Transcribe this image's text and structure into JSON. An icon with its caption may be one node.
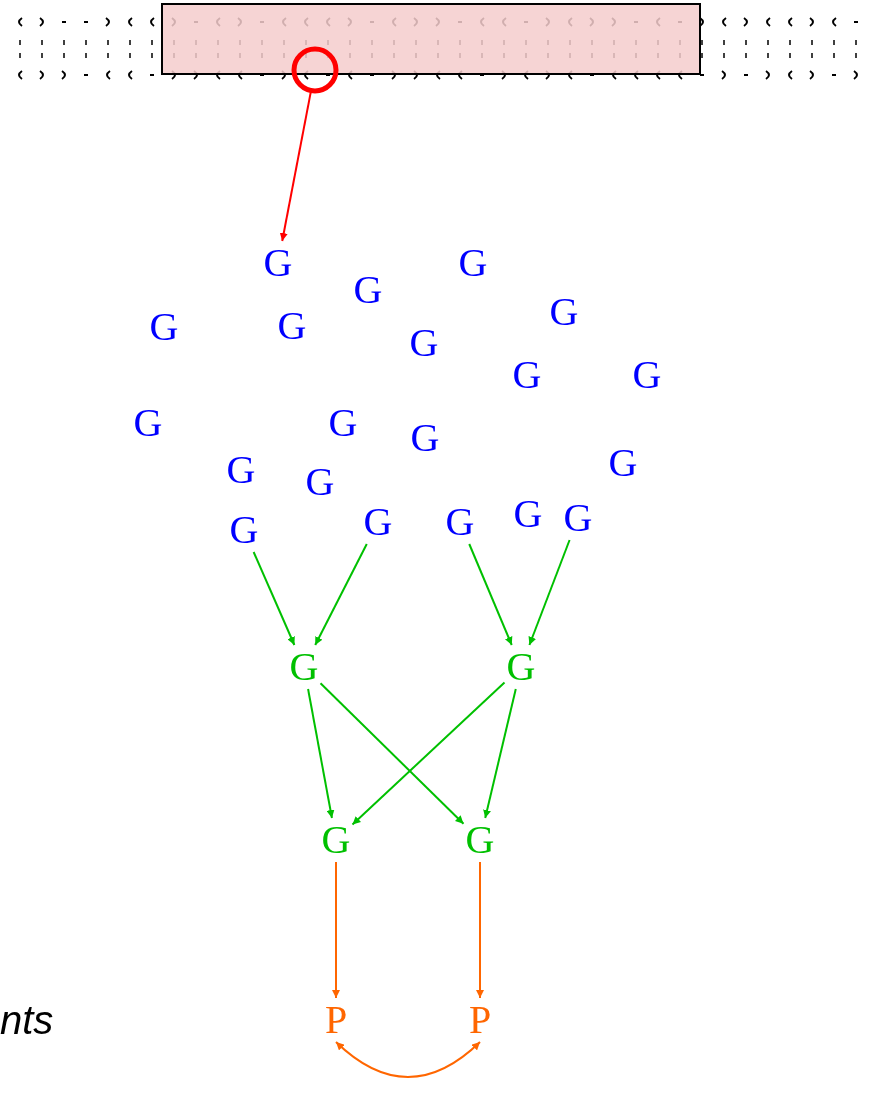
{
  "diagram": {
    "nodes": [
      {
        "text": [],
        "shape": "circle"
      },
      {
        "text": [
          "G"
        ]
      },
      {
        "text": [
          "G"
        ]
      },
      {
        "text": [
          "G"
        ]
      },
      {
        "text": [
          "G"
        ]
      },
      {
        "text": [
          "G"
        ]
      },
      {
        "text": [
          "G"
        ]
      },
      {
        "text": [
          "G"
        ]
      },
      {
        "text": [
          "G"
        ]
      },
      {
        "text": [
          "G"
        ]
      },
      {
        "text": [
          "G"
        ]
      },
      {
        "text": [
          "G"
        ]
      },
      {
        "text": [
          "G"
        ]
      },
      {
        "text": [
          "G"
        ]
      },
      {
        "text": [
          "G"
        ]
      },
      {
        "text": [
          "G"
        ]
      },
      {
        "text": [
          "G"
        ]
      },
      {
        "text": [
          "G"
        ]
      },
      {
        "text": [
          "G"
        ]
      },
      {
        "text": [
          "G"
        ]
      },
      {
        "text": [
          "G"
        ]
      },
      {
        "text": [
          "G"
        ]
      },
      {
        "text": [
          "G"
        ]
      },
      {
        "text": [
          "G"
        ]
      },
      {
        "text": [
          "G"
        ]
      },
      {
        "text": [
          "P"
        ]
      },
      {
        "text": [
          "P"
        ]
      }
    ],
    "edges": [
      {
        "from": 0,
        "to": 1,
        "arrow": "to",
        "color": "#ff0000"
      },
      {
        "from": 17,
        "to": 21,
        "arrow": "to"
      },
      {
        "from": 18,
        "to": 21,
        "arrow": "to"
      },
      {
        "from": 19,
        "to": 22,
        "arrow": "to"
      },
      {
        "from": 20,
        "to": 22,
        "arrow": "to"
      },
      {
        "from": 21,
        "to": 23,
        "arrow": "to"
      },
      {
        "from": 21,
        "to": 24,
        "arrow": "to"
      },
      {
        "from": 22,
        "to": 23,
        "arrow": "to"
      },
      {
        "from": 22,
        "to": 24,
        "arrow": "to"
      },
      {
        "from": 23,
        "to": 25,
        "arrow": "to",
        "color": "#ff6600"
      },
      {
        "from": 24,
        "to": 26,
        "arrow": "to",
        "color": "#ff6600"
      },
      {
        "from": 25,
        "to": 26,
        "arrow": "both",
        "color": "#ff6600"
      }
    ],
    "labels": [
      "nts"
    ]
  }
}
